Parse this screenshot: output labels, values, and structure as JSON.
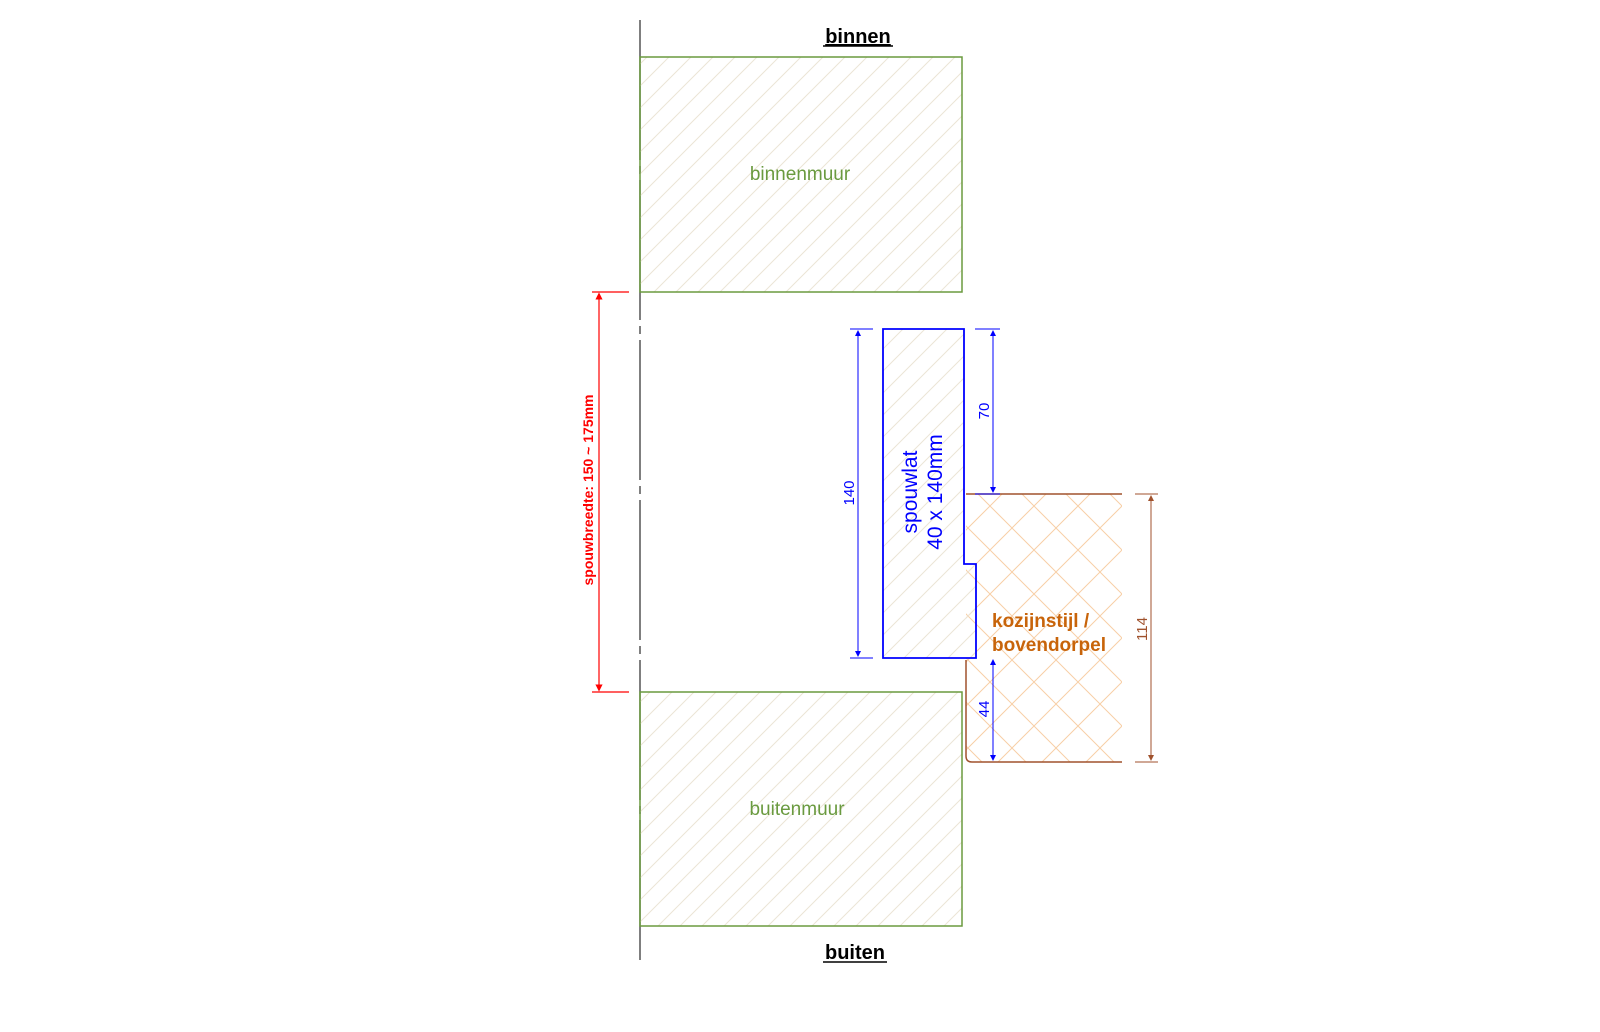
{
  "labels": {
    "inside": "binnen",
    "outside": "buiten",
    "inner_wall": "binnenmuur",
    "outer_wall": "buitenmuur",
    "batten_name": "spouwlat",
    "batten_size": "40 x 140mm",
    "frame_line1": "kozijnstijl /",
    "frame_line2": "bovendorpel",
    "cavity_width": "spouwbreedte: 150 ~ 175mm"
  },
  "dimensions": {
    "batten_height": "140",
    "batten_top_offset": "70",
    "batten_bottom_offset": "44",
    "frame_height": "114"
  },
  "colors": {
    "wall": "#6a9a3f",
    "wall_text": "#6a9a3f",
    "batten": "#0000ff",
    "frame": "#a0522d",
    "frame_text": "#c8640a",
    "frame_hatch": "#f5c89a",
    "cavity_dim": "#ff0000",
    "axis": "#555555",
    "hatch": "#e8e2d2"
  }
}
